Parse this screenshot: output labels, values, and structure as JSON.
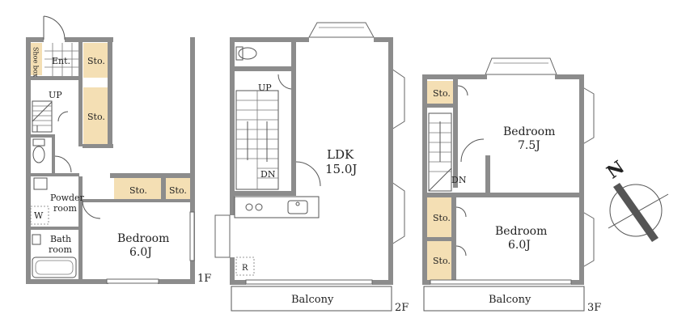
{
  "floor1": {
    "floor_label": "1F",
    "entrance": "Ent.",
    "shoe_box": "Shoe box",
    "storage_1": "Sto.",
    "storage_2": "Sto.",
    "storage_3": "Sto.",
    "storage_4": "Sto.",
    "stair_up": "UP",
    "powder_room_1": "Powder",
    "powder_room_2": "room",
    "washer": "W",
    "bath_room_1": "Bath",
    "bath_room_2": "room",
    "bedroom": "Bedroom",
    "bedroom_size": "6.0J"
  },
  "floor2": {
    "floor_label": "2F",
    "stair_up": "UP",
    "stair_down": "DN",
    "ldk": "LDK",
    "ldk_size": "15.0J",
    "fridge": "R",
    "balcony": "Balcony"
  },
  "floor3": {
    "floor_label": "3F",
    "storage_1": "Sto.",
    "storage_2": "Sto.",
    "storage_3": "Sto.",
    "stair_down": "DN",
    "bedroom_a": "Bedroom",
    "bedroom_a_size": "7.5J",
    "bedroom_b": "Bedroom",
    "bedroom_b_size": "6.0J",
    "balcony": "Balcony"
  },
  "compass": {
    "label": "N"
  }
}
